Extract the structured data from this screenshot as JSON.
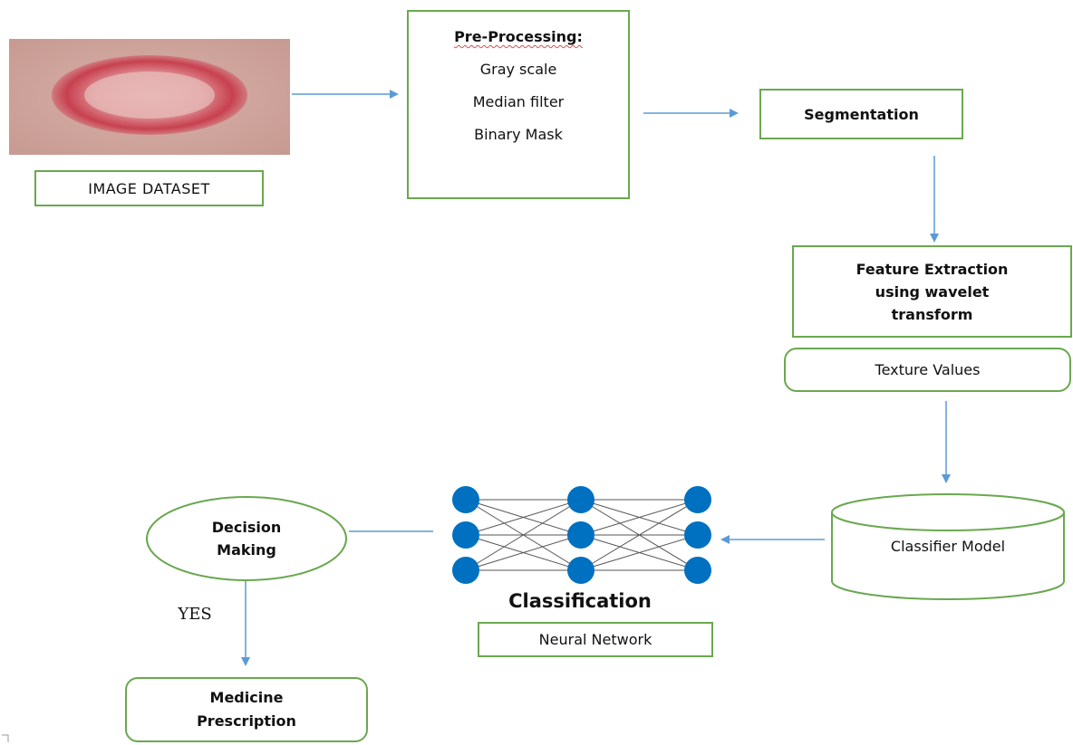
{
  "image_dataset": {
    "label": "IMAGE DATASET"
  },
  "preprocessing": {
    "title": "Pre-Processing:",
    "steps": [
      "Gray scale",
      "Median filter",
      "Binary Mask"
    ]
  },
  "segmentation": {
    "label": "Segmentation"
  },
  "feature_extraction": {
    "line1": "Feature Extraction",
    "line2": "using wavelet",
    "line3": "transform"
  },
  "texture_values": {
    "label": "Texture Values"
  },
  "classifier_model": {
    "label": "Classifier Model"
  },
  "classification": {
    "title": "Classification",
    "label": "Neural Network"
  },
  "decision_making": {
    "line1": "Decision",
    "line2": "Making"
  },
  "yes_label": "YES",
  "medicine": {
    "line1": "Medicine",
    "line2": "Prescription"
  },
  "colors": {
    "box_border": "#6aa84f",
    "arrow": "#5b9bd5",
    "node": "#0070c0"
  }
}
